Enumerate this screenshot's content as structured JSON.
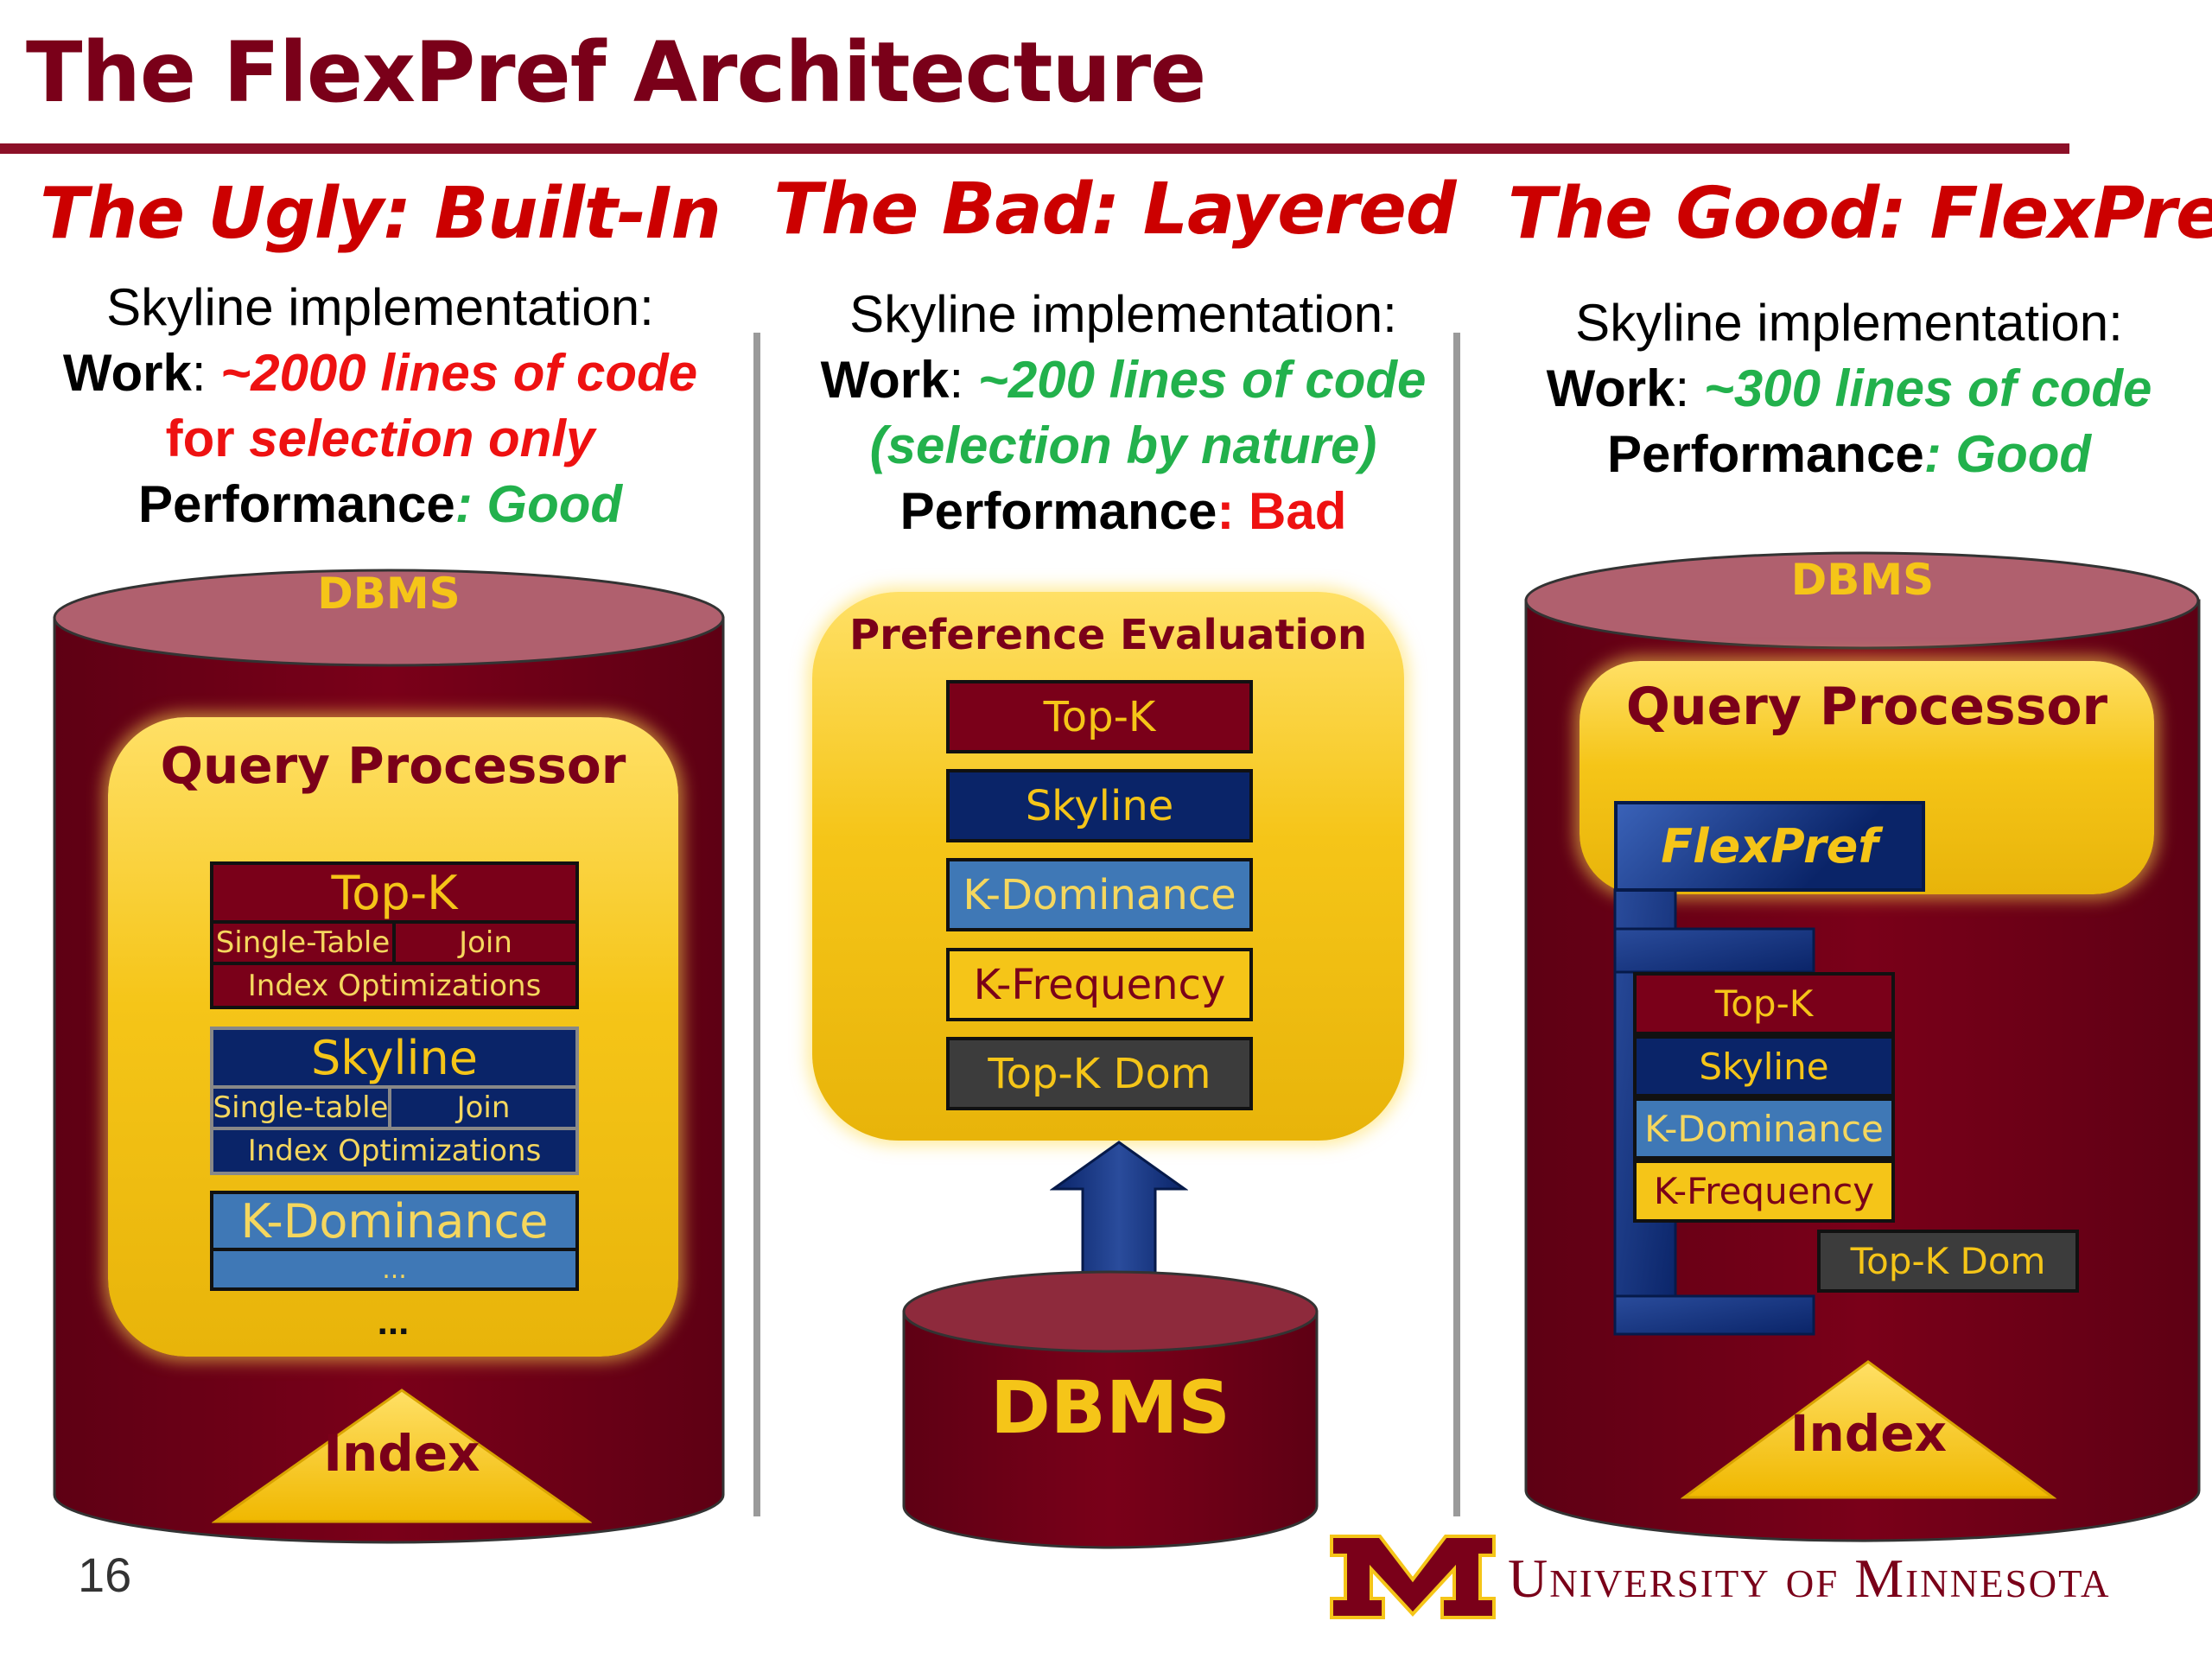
{
  "title": "The FlexPref Architecture",
  "columns": {
    "ugly": {
      "heading": "The Ugly: Built-In",
      "line1": "Skyline implementation:",
      "work_label": "Work",
      "work_value": "~2000 lines of code",
      "work_extra_prefix": "for",
      "work_extra_value": "selection only",
      "perf_label": "Performance",
      "perf_value": ": Good"
    },
    "bad": {
      "heading": "The Bad: Layered",
      "line1": "Skyline implementation:",
      "work_label": "Work",
      "work_value": "~200 lines of code",
      "work_extra": "(selection by nature)",
      "perf_label": "Performance",
      "perf_value": ": Bad"
    },
    "good": {
      "heading": "The Good: FlexPref",
      "line1": "Skyline implementation:",
      "work_label": "Work",
      "work_value": "~300 lines of code",
      "perf_label": "Performance",
      "perf_value": ": Good"
    }
  },
  "builtin": {
    "dbms_label": "DBMS",
    "qp_label": "Query Processor",
    "topk": "Top-K",
    "topk_single": "Single-Table",
    "topk_join": "Join",
    "topk_index": "Index Optimizations",
    "skyline": "Skyline",
    "sky_single": "Single-table",
    "sky_join": "Join",
    "sky_index": "Index Optimizations",
    "kdom": "K-Dominance",
    "kdom_more": "...",
    "more": "...",
    "index": "Index"
  },
  "layered": {
    "pe_label": "Preference Evaluation",
    "items": [
      "Top-K",
      "Skyline",
      "K-Dominance",
      "K-Frequency",
      "Top-K Dom"
    ],
    "dbms_label": "DBMS"
  },
  "flexpref": {
    "dbms_label": "DBMS",
    "qp_label": "Query Processor",
    "flexpref_label": "FlexPref",
    "items": [
      "Top-K",
      "Skyline",
      "K-Dominance",
      "K-Frequency"
    ],
    "topk_dom": "Top-K Dom",
    "index": "Index"
  },
  "footer": {
    "page_number": "16",
    "university": "University of Minnesota"
  }
}
